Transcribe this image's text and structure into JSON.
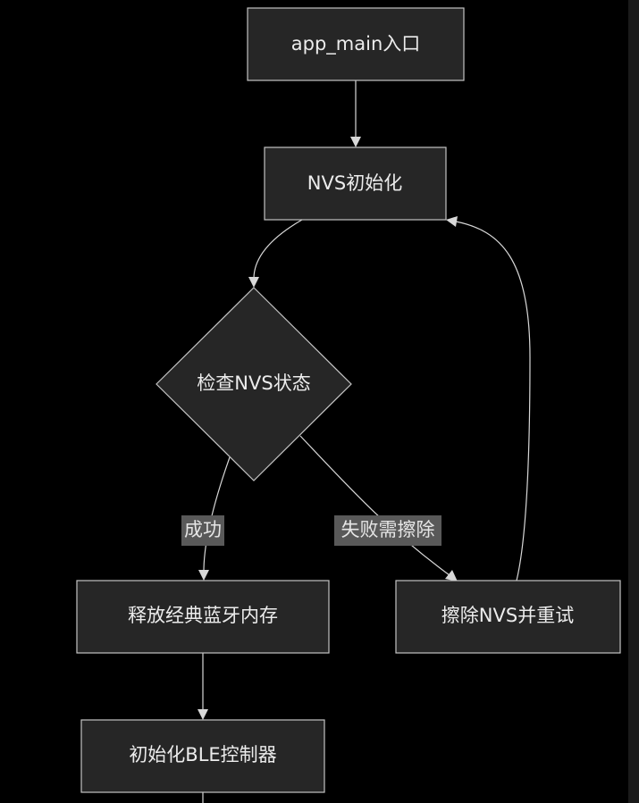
{
  "colors": {
    "background": "#000000",
    "node_fill": "#262626",
    "node_stroke": "#c4c4c4",
    "edge": "#d8d8d8",
    "label_fill": "#595959",
    "text": "#ececec"
  },
  "nodes": {
    "entry": "app_main入口",
    "nvs_init": "NVS初始化",
    "check_nvs": "检查NVS状态",
    "release_mem": "释放经典蓝牙内存",
    "erase_retry": "擦除NVS并重试",
    "ble_init": "初始化BLE控制器"
  },
  "edge_labels": {
    "success": "成功",
    "need_erase": "失败需擦除"
  }
}
